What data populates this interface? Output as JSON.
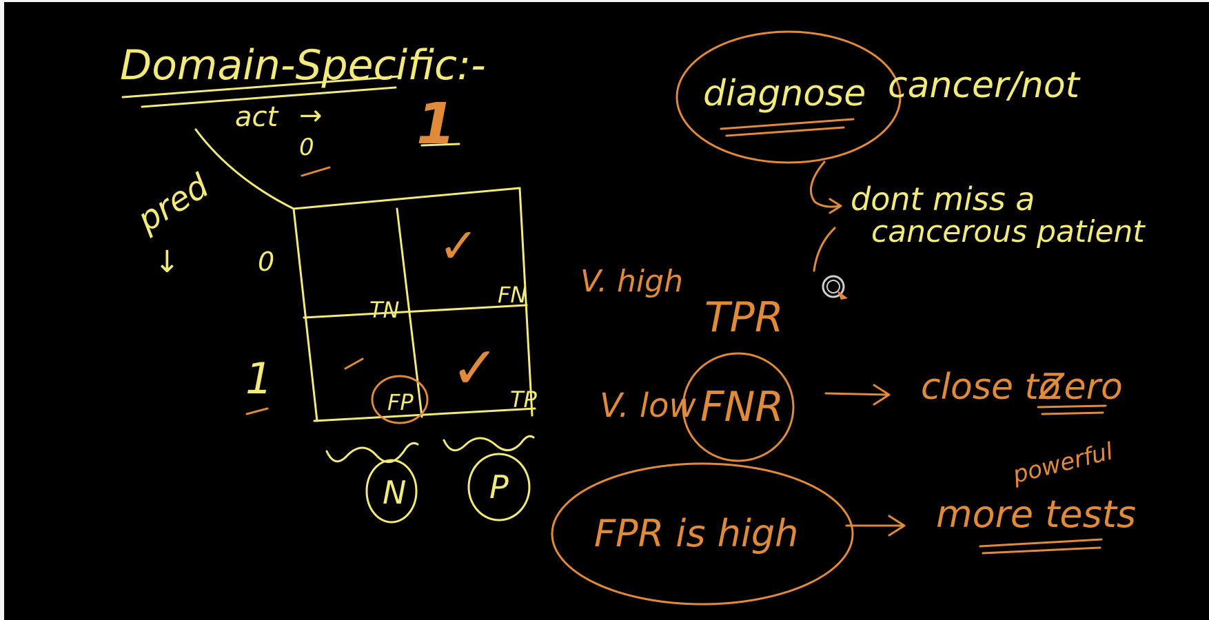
{
  "colors": {
    "background": "#000000",
    "ink_yellow": "#f2ea7a",
    "ink_orange": "#e08a3c"
  },
  "left": {
    "title": "Domain-Specific:-",
    "act_label": "act",
    "arrow_right": "→",
    "act_zero": "0",
    "act_one": "1",
    "pred_label": "pred",
    "arrow_down": "↓",
    "pred_zero": "0",
    "pred_one": "1",
    "cells": {
      "tn": "TN",
      "fn": "FN",
      "fp": "FP",
      "tp": "TP"
    },
    "check": "✓",
    "n_label": "N",
    "p_label": "P"
  },
  "right": {
    "diagnose": "diagnose",
    "cancer_not": "cancer/not",
    "dont_miss_1": "dont miss a",
    "dont_miss_2": "cancerous patient",
    "v_high": "V. high",
    "tpr": "TPR",
    "v_low": "V. low",
    "fnr": "FNR",
    "close_to": "close to",
    "zero": "Zero",
    "fpr_high": "FPR is high",
    "powerful": "powerful",
    "more_tests": "more tests"
  }
}
